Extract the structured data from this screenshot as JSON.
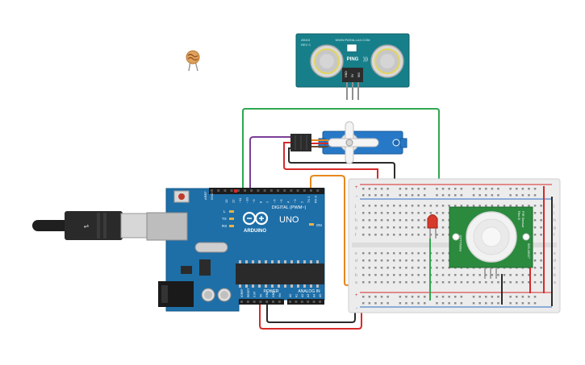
{
  "ping_sensor": {
    "brand": "PING",
    "url": "WWW.PARALLAX.COM",
    "part": "28015",
    "rev": "REV C",
    "pins": [
      "GND",
      "5V",
      "SIG"
    ]
  },
  "arduino": {
    "brand": "ARDUINO",
    "model": "UNO",
    "digital_label": "DIGITAL (PWM~)",
    "aref": "AREF",
    "gnd": "GND",
    "digital_pins": [
      "13",
      "12",
      "~11",
      "~10",
      "~9",
      "8",
      "7",
      "~6",
      "~5",
      "4",
      "~3",
      "2",
      "TX 1",
      "RX 0"
    ],
    "leds": [
      "L",
      "TX",
      "RX"
    ],
    "on_label": "ON",
    "power_label": "POWER",
    "analog_label": "ANALOG IN",
    "power_pins": [
      "IOREF",
      "RESET",
      "3.3V",
      "5V",
      "GND",
      "GND",
      "Vin"
    ],
    "analog_pins": [
      "A0",
      "A1",
      "A2",
      "A3",
      "A4",
      "A5"
    ]
  },
  "pir_sensor": {
    "brand": "PARALLAX",
    "title": "PIR Sensor",
    "rev": "Rev B",
    "part": "555-28027"
  },
  "breadboard": {
    "row_letters_top": [
      "j",
      "i",
      "h",
      "g",
      "f"
    ],
    "row_letters_bottom": [
      "e",
      "d",
      "c",
      "b",
      "a"
    ],
    "rail_plus": "+",
    "rail_minus": "-"
  },
  "wire_colors": {
    "green": "#2fa84f",
    "purple": "#7b3f98",
    "red": "#d62a2a",
    "black": "#2b2b2b",
    "orange": "#e8861d"
  },
  "board_colors": {
    "arduino": "#1e6fa8",
    "ping": "#177f8a",
    "pir": "#2b8a3e",
    "servo": "#2779c7"
  }
}
